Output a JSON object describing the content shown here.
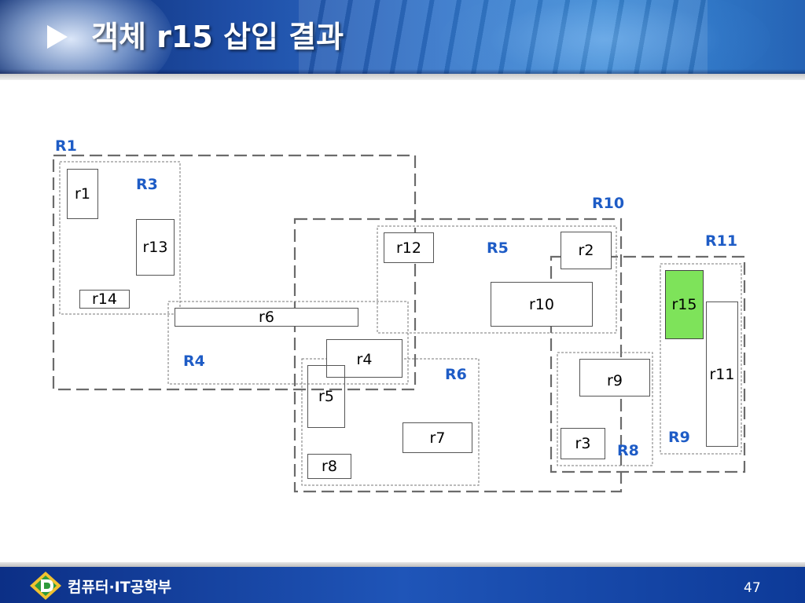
{
  "title": "객체 r15 삽입 결과",
  "footer": {
    "dept": "컴퓨터·IT공학부",
    "page": "47"
  },
  "colors": {
    "region_label": "#1e5cc6",
    "highlight_rect": "#7ee35a",
    "header_blue": "#1f4fa8"
  },
  "icons": {
    "title_bullet": "triangle-right-icon",
    "logo": "department-logo-icon"
  },
  "regions": [
    "R1",
    "R3",
    "R4",
    "R5",
    "R6",
    "R8",
    "R9",
    "R10",
    "R11"
  ],
  "rects": [
    "r1",
    "r2",
    "r3",
    "r4",
    "r5",
    "r6",
    "r7",
    "r8",
    "r9",
    "r10",
    "r11",
    "r12",
    "r13",
    "r14",
    "r15"
  ],
  "highlighted": "r15"
}
